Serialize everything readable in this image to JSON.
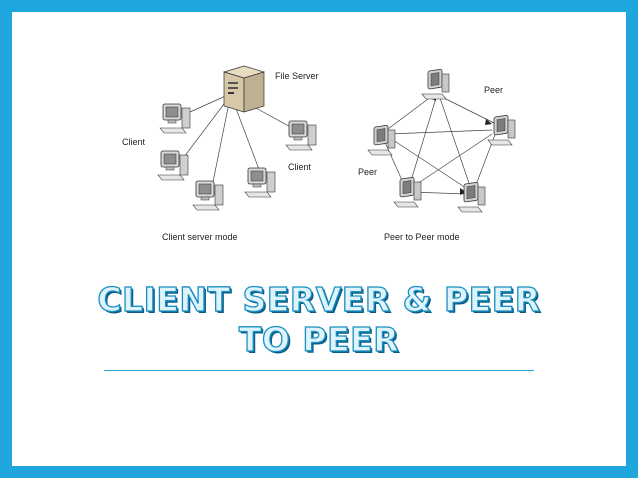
{
  "diagram": {
    "left": {
      "caption": "Client server mode",
      "server_label": "File Server",
      "client_label_left": "Client",
      "client_label_right": "Client"
    },
    "right": {
      "caption": "Peer to Peer mode",
      "peer_label_top": "Peer",
      "peer_label_left": "Peer"
    }
  },
  "title": {
    "line1": "CLIENT SERVER & PEER",
    "line2": "TO PEER"
  }
}
